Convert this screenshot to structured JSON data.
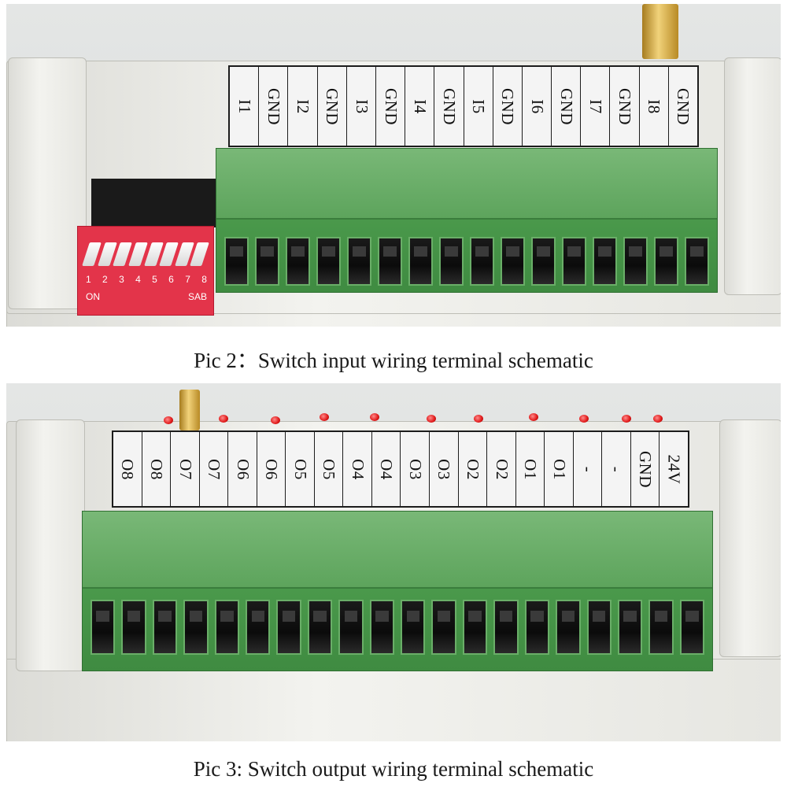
{
  "photos": [
    {
      "caption": "Pic 2：Switch input wiring terminal schematic",
      "labels": [
        "I1",
        "GND",
        "I2",
        "GND",
        "I3",
        "GND",
        "I4",
        "GND",
        "I5",
        "GND",
        "I6",
        "GND",
        "I7",
        "GND",
        "I8",
        "GND"
      ],
      "dip_switch": {
        "numbers": [
          "1",
          "2",
          "3",
          "4",
          "5",
          "6",
          "7",
          "8"
        ],
        "left_label": "ON",
        "right_label": "SAB"
      }
    },
    {
      "caption": "Pic 3: Switch output wiring terminal schematic",
      "labels": [
        "O8",
        "O8",
        "O7",
        "O7",
        "O6",
        "O6",
        "O5",
        "O5",
        "O4",
        "O4",
        "O3",
        "O3",
        "O2",
        "O2",
        "O1",
        "O1",
        "-",
        "-",
        "GND",
        "24V"
      ]
    }
  ],
  "colors": {
    "terminal_green": "#4b9a4c",
    "dip_red": "#e3344a",
    "housing": "#ecece8"
  }
}
